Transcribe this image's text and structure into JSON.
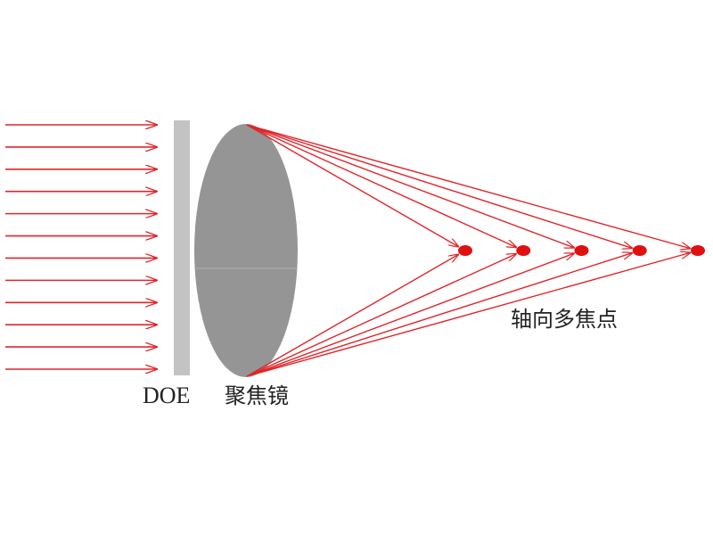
{
  "labels": {
    "doe": "DOE",
    "lens": "聚焦镜",
    "foci": "轴向多焦点"
  },
  "diagram": {
    "incoming_beam_count": 12,
    "focal_point_count": 5,
    "colors": {
      "ray": "#e0262b",
      "focus": "#e01010",
      "doe_plate": "#c3c3c3",
      "lens": "#959595",
      "label": "#222222"
    }
  }
}
